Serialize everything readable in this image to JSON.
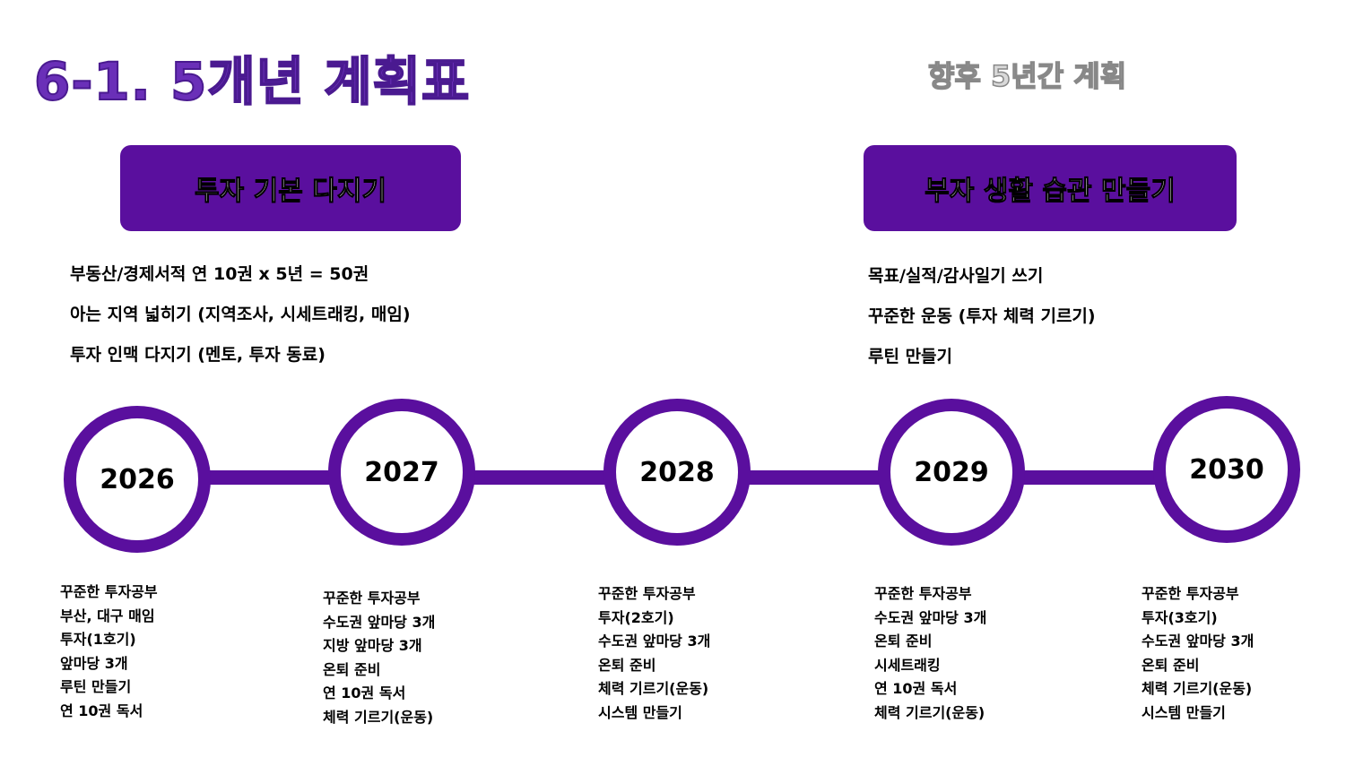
{
  "title": "6-1. 5개년 계획표",
  "subtitle": "향후 5년간 계획",
  "banners": [
    "투자 기본 다지기",
    "부자 생활 습관 만들기"
  ],
  "goals_left": [
    "부동산/경제서적 연 10권 x 5년 = 50권",
    "아는 지역 넓히기 (지역조사, 시세트래킹, 매임)",
    "투자 인맥 다지기 (멘토, 투자 동료)"
  ],
  "goals_right": [
    "목표/실적/감사일기 쓰기",
    "꾸준한 운동 (투자 체력 기르기)",
    "루틴 만들기"
  ],
  "years": [
    {
      "year": "2026",
      "items": [
        "꾸준한 투자공부",
        "부산, 대구 매임",
        "투자(1호기)",
        "앞마당 3개",
        "루틴 만들기",
        "연 10권 독서"
      ]
    },
    {
      "year": "2027",
      "items": [
        "꾸준한 투자공부",
        "수도권 앞마당 3개",
        "지방 앞마당 3개",
        "온퇴 준비",
        "연 10권 독서",
        "체력 기르기(운동)"
      ]
    },
    {
      "year": "2028",
      "items": [
        "꾸준한 투자공부",
        "투자(2호기)",
        "수도권 앞마당 3개",
        "온퇴 준비",
        "체력 기르기(운동)",
        "시스템 만들기"
      ]
    },
    {
      "year": "2029",
      "items": [
        "꾸준한 투자공부",
        "수도권 앞마당 3개",
        "온퇴 준비",
        "시세트래킹",
        "연 10권 독서",
        "체력 기르기(운동)"
      ]
    },
    {
      "year": "2030",
      "items": [
        "꾸준한 투자공부",
        "투자(3호기)",
        "수도권 앞마당 3개",
        "온퇴 준비",
        "체력 기르기(운동)",
        "시스템 만들기"
      ]
    }
  ],
  "colors": {
    "accent": "#5a0f9e",
    "title": "#6a2fb8"
  }
}
